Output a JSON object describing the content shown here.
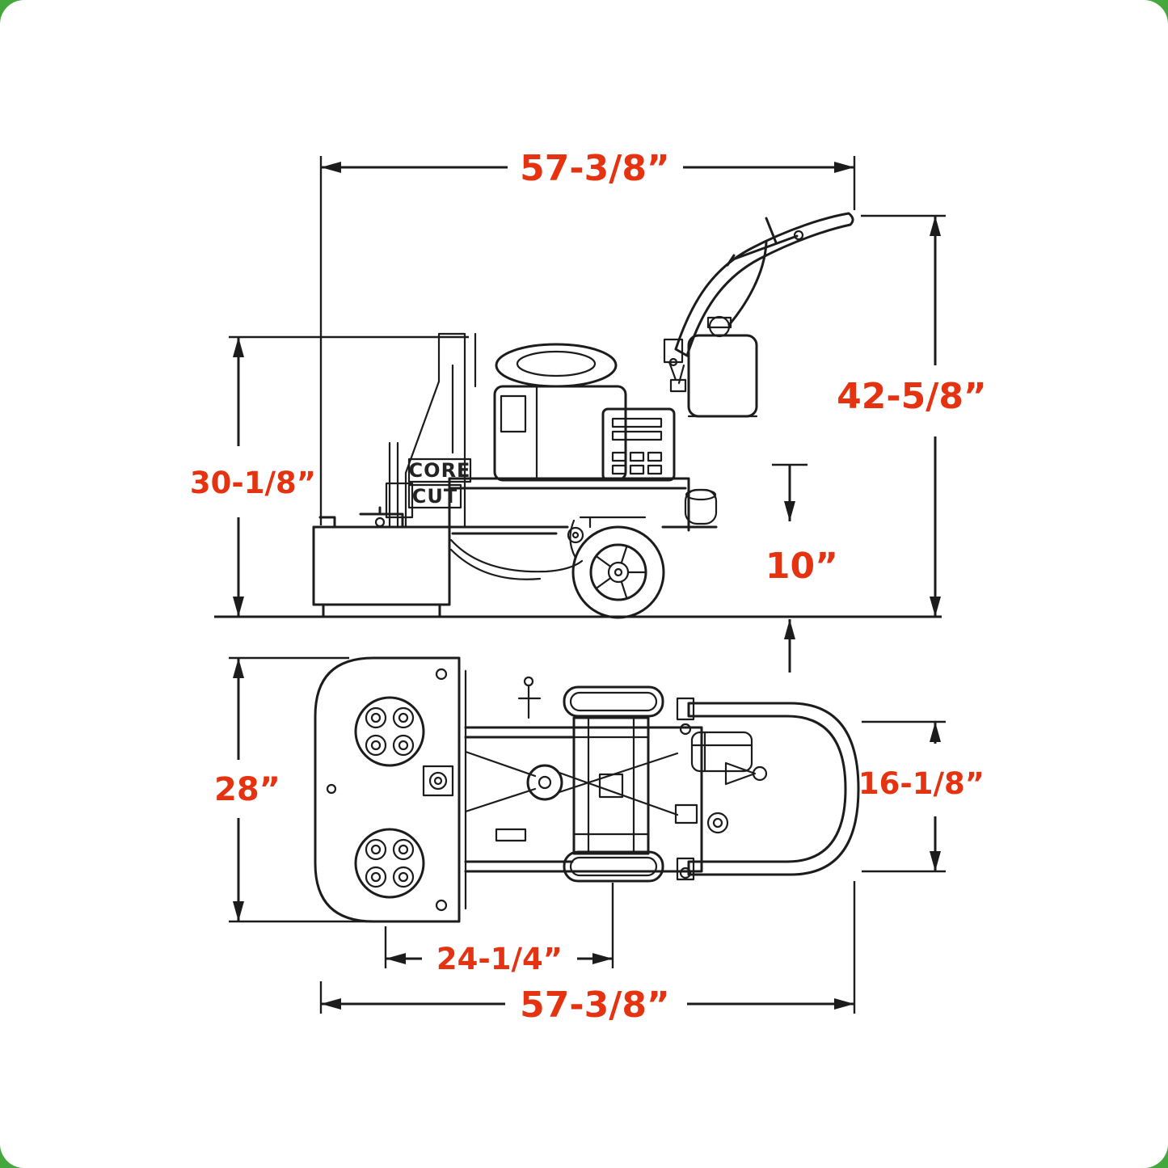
{
  "page": {
    "background_green": "#44a83f",
    "paper_white": "#ffffff"
  },
  "diagram": {
    "type": "machine-dimension-drawing",
    "views": [
      "side-elevation",
      "top-plan"
    ],
    "colors": {
      "dimension_red": "#e53311",
      "line_black": "#1c1c1c"
    },
    "side_view": {
      "logo_line1": "CORE",
      "logo_line2": "CUT"
    },
    "dimensions": {
      "overall_length_top": "57-3/8”",
      "overall_height": "42-5/8”",
      "body_height": "30-1/8”",
      "ground_clearance": "10”",
      "deck_width": "28”",
      "handle_width": "16-1/8”",
      "blade_spacing": "24-1/4”",
      "overall_length_bottom": "57-3/8”"
    }
  }
}
